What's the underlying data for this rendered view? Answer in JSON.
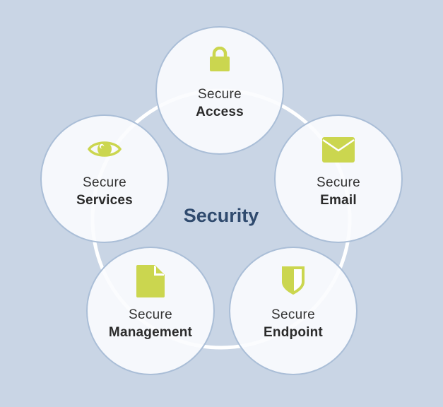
{
  "diagram": {
    "center_title": "Security",
    "colors": {
      "background": "#c9d5e5",
      "icon": "#cbd64f",
      "center_title": "#2f4a6e",
      "circle_border": "#aabed7",
      "ring": "#ffffff"
    },
    "nodes": [
      {
        "prefix": "Secure",
        "label": "Access",
        "icon": "lock-icon"
      },
      {
        "prefix": "Secure",
        "label": "Email",
        "icon": "envelope-icon"
      },
      {
        "prefix": "Secure",
        "label": "Endpoint",
        "icon": "shield-icon"
      },
      {
        "prefix": "Secure",
        "label": "Management",
        "icon": "document-icon"
      },
      {
        "prefix": "Secure",
        "label": "Services",
        "icon": "eye-icon"
      }
    ]
  }
}
